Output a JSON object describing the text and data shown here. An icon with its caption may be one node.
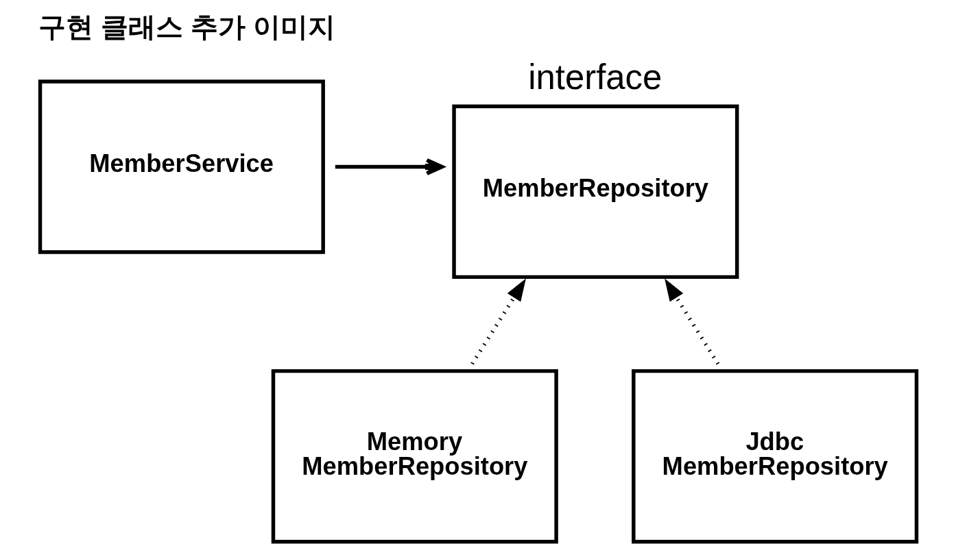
{
  "diagram": {
    "title": "구현 클래스 추가 이미지",
    "nodes": [
      {
        "text": [
          "MemberService"
        ]
      },
      {
        "text": [
          "interface",
          "MemberRepository"
        ]
      },
      {
        "text": [
          "Memory MemberRepository"
        ]
      },
      {
        "text": [
          "Jdbc MemberRepository"
        ]
      }
    ],
    "edges": [
      {
        "from": 0,
        "to": 1,
        "arrow": "to"
      },
      {
        "from": 2,
        "to": 1,
        "arrow": "to",
        "style": "dashed"
      },
      {
        "from": 3,
        "to": 1,
        "arrow": "to",
        "style": "dashed"
      }
    ]
  }
}
